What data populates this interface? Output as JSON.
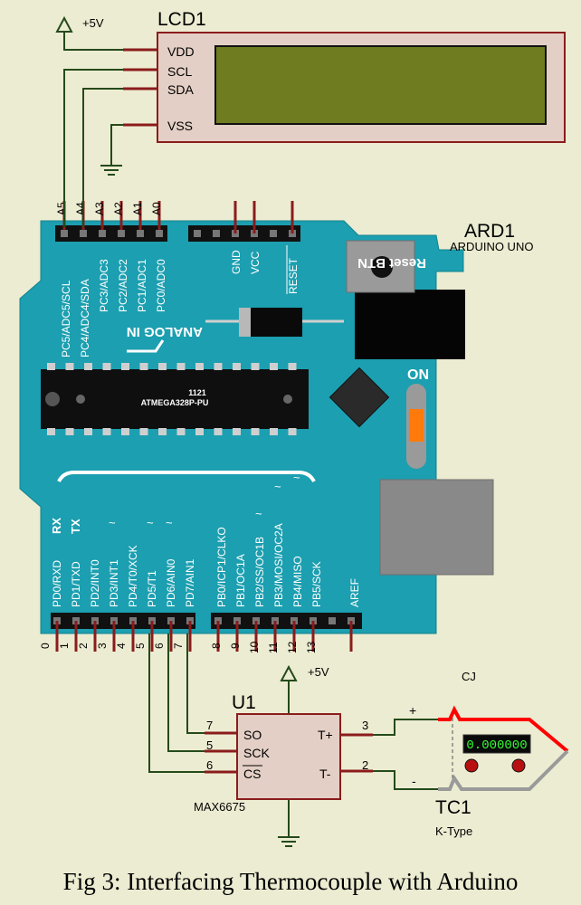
{
  "power": {
    "vcc_label": "+5V"
  },
  "lcd": {
    "ref": "LCD1",
    "pins": [
      "VDD",
      "SCL",
      "SDA",
      "VSS"
    ]
  },
  "arduino": {
    "ref": "ARD1",
    "model": "ARDUINO UNO",
    "reset_label": "Reset BTN",
    "on_label": "ON",
    "chip_label": "ATMEGA328P-PU",
    "chip_code": "1121",
    "analog_in_label": "ANALOG IN",
    "analog_headers": [
      "A5",
      "A4",
      "A3",
      "A2",
      "A1",
      "A0"
    ],
    "analog_pins": [
      "PC5/ADC5/SCL",
      "PC4/ADC4/SDA",
      "PC3/ADC3",
      "PC2/ADC2",
      "PC1/ADC1",
      "PC0/ADC0"
    ],
    "power_pins": [
      "GND",
      "VCC",
      "RESET"
    ],
    "rx_label": "RX",
    "tx_label": "TX",
    "digital_pins_left": [
      "PD0/RXD",
      "PD1/TXD",
      "PD2/INT0",
      "PD3/INT1",
      "PD4/T0/XCK",
      "PD5/T1",
      "PD6/AIN0",
      "PD7/AIN1"
    ],
    "digital_pins_right": [
      "PB0/ICP1/CLKO",
      "PB1/OC1A",
      "PB2/SS/OC1B",
      "PB3/MOSI/OC2A",
      "PB4/MISO",
      "PB5/SCK"
    ],
    "aref_label": "AREF",
    "pin_numbers_left": [
      "0",
      "1",
      "2",
      "3",
      "4",
      "5",
      "6",
      "7"
    ],
    "pin_numbers_right": [
      "8",
      "9",
      "10",
      "11",
      "12",
      "13"
    ],
    "pwm_mark": "~"
  },
  "max6675": {
    "ref": "U1",
    "part": "MAX6675",
    "pins_left": [
      "SO",
      "SCK",
      "CS"
    ],
    "pin_numbers_left": [
      "7",
      "5",
      "6"
    ],
    "pins_right": [
      "T+",
      "T-"
    ],
    "pin_numbers_right": [
      "3",
      "2"
    ]
  },
  "thermocouple": {
    "ref": "TC1",
    "type": "K-Type",
    "cj_label": "CJ",
    "plus": "+",
    "minus": "-",
    "display_value": "0.000000"
  },
  "colors": {
    "background": "#ececd2",
    "board": "#1c9fb0",
    "wire": "#254a1b",
    "pin": "#8b1c1c",
    "lcd_screen": "#6f7c1f",
    "probe_red": "#ff0000",
    "probe_grey": "#9a9a9a"
  },
  "caption": "Fig 3: Interfacing Thermocouple with Arduino"
}
